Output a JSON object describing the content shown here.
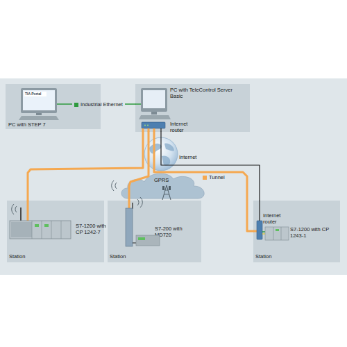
{
  "diagram": {
    "nodes": [
      {
        "text": [
          "PC with STEP 7"
        ]
      },
      {
        "text": [
          "PC with TeleControl Server Basic",
          "Internet router"
        ]
      },
      {
        "text": [
          "Internet"
        ]
      },
      {
        "text": [
          "GPRS"
        ]
      },
      {
        "text": [
          "S7-1200 with CP 1242-7",
          "Station"
        ]
      },
      {
        "text": [
          "S7-200 with MD720",
          "Station"
        ]
      },
      {
        "text": [
          "Internet router",
          "S7-1200 with CP 1243-1",
          "Station"
        ]
      }
    ],
    "edges": [
      {
        "from": 0,
        "to": 1,
        "arrow": "none"
      },
      {
        "from": 1,
        "to": 4,
        "arrow": "none"
      },
      {
        "from": 1,
        "to": 5,
        "arrow": "none"
      },
      {
        "from": 1,
        "to": 6,
        "arrow": "none"
      },
      {
        "from": 1,
        "to": 6,
        "arrow": "none"
      }
    ],
    "labels": [
      "TIA Portal"
    ],
    "legend": [
      {
        "text": "Industrial Ethernet",
        "color": "#2e9a3e"
      },
      {
        "text": "Tunnel",
        "color": "#f5a850"
      }
    ]
  }
}
